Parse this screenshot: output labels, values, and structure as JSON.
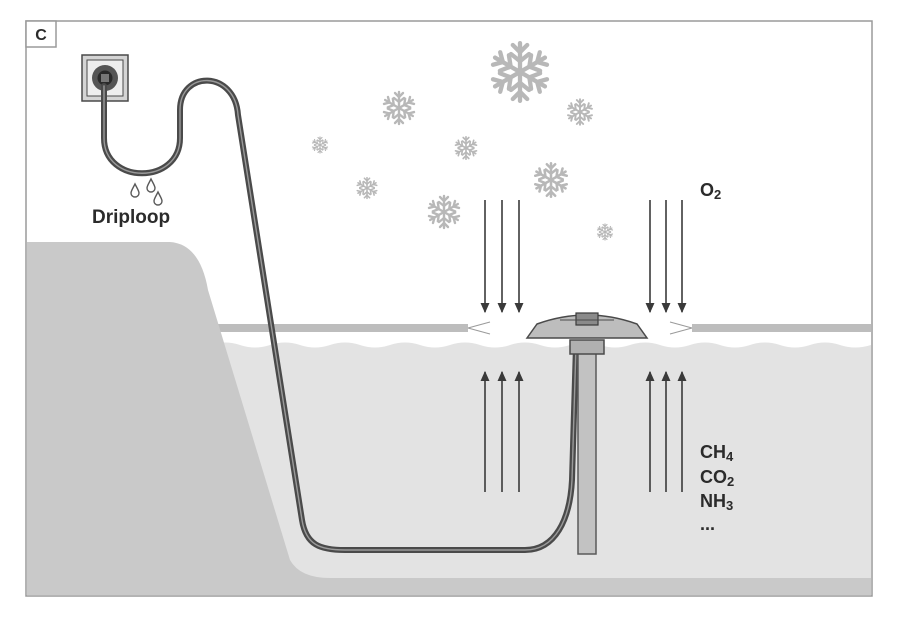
{
  "panel": {
    "letter": "C"
  },
  "labels": {
    "driploop": "Driploop",
    "oxygen": {
      "main": "O",
      "sub": "2"
    },
    "methane": {
      "main": "CH",
      "sub": "4"
    },
    "carbon_dioxide": {
      "main": "CO",
      "sub": "2"
    },
    "ammonia": {
      "main": "NH",
      "sub": "3"
    },
    "ellipsis": "..."
  },
  "icons": {
    "socket": "power-socket-icon",
    "snowflake": "snowflake-icon",
    "drop": "water-drop-icon",
    "floating_device": "floating-aerator-device"
  },
  "colors": {
    "frame": "#9a9a9a",
    "bank": "#c9c9c9",
    "water": "#e3e3e3",
    "ice": "#bdbdbd",
    "cable": "#4a4a4a",
    "snow": "#b8b8b8",
    "arrows": "#3a3a3a",
    "text": "#2b2b2b"
  }
}
